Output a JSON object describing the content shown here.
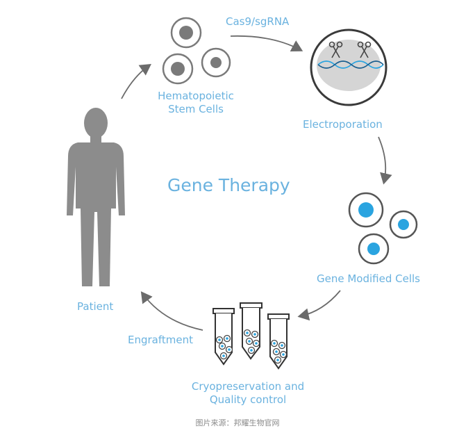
{
  "title": "Gene Therapy",
  "steps": {
    "hsc": "Hematopoietic\nStem Cells",
    "cas9": "Cas9/sgRNA",
    "electroporation": "Electroporation",
    "gene_modified": "Gene Modified Cells",
    "cryo": "Cryopreservation and\nQuality control",
    "engraftment": "Engraftment",
    "patient": "Patient"
  },
  "caption": "图片来源：邦耀生物官网",
  "colors": {
    "accent": "#6ab2df",
    "gray": "#8c8c8c",
    "cell_blue": "#2aa4e0"
  }
}
